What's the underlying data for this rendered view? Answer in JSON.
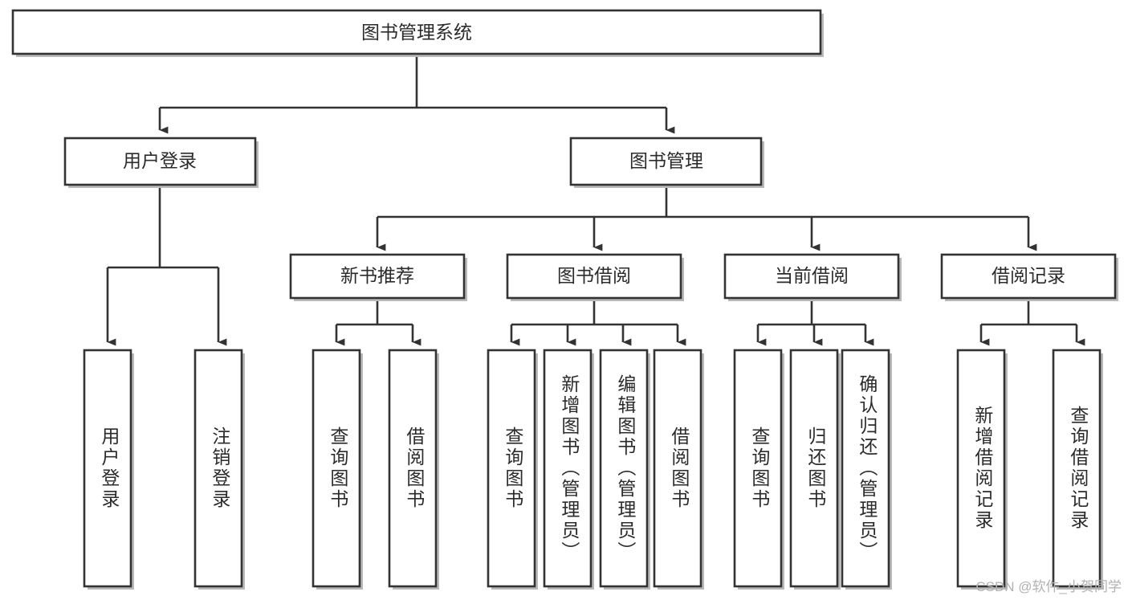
{
  "diagram": {
    "title": "图书管理系统",
    "type": "tree",
    "watermark": "CSDN @软件_小贺同学",
    "colors": {
      "stroke": "#333333",
      "fill": "#ffffff",
      "text": "#2b2b2b",
      "shadow": "#b9b9b9",
      "watermark": "#b2b2b2",
      "background": "#ffffff"
    },
    "nodes": {
      "root": {
        "label": "图书管理系统"
      },
      "level2": [
        {
          "id": "user-login",
          "label": "用户登录"
        },
        {
          "id": "book-manage",
          "label": "图书管理"
        }
      ],
      "level3": [
        {
          "id": "new-book-recommend",
          "label": "新书推荐"
        },
        {
          "id": "book-borrow",
          "label": "图书借阅"
        },
        {
          "id": "current-borrow",
          "label": "当前借阅"
        },
        {
          "id": "borrow-record",
          "label": "借阅记录"
        }
      ],
      "leaves": {
        "user-login": [
          {
            "id": "leaf-user-login",
            "label": "用户登录"
          },
          {
            "id": "leaf-user-logout",
            "label": "注销登录"
          }
        ],
        "new-book-recommend": [
          {
            "id": "leaf-query-book-1",
            "label": "查询图书"
          },
          {
            "id": "leaf-borrow-book-1",
            "label": "借阅图书"
          }
        ],
        "book-borrow": [
          {
            "id": "leaf-query-book-2",
            "label": "查询图书"
          },
          {
            "id": "leaf-add-book",
            "label": "新增图书（管理员）"
          },
          {
            "id": "leaf-edit-book",
            "label": "编辑图书（管理员）"
          },
          {
            "id": "leaf-borrow-book-2",
            "label": "借阅图书"
          }
        ],
        "current-borrow": [
          {
            "id": "leaf-query-book-3",
            "label": "查询图书"
          },
          {
            "id": "leaf-return-book",
            "label": "归还图书"
          },
          {
            "id": "leaf-confirm-return",
            "label": "确认归还（管理员）"
          }
        ],
        "borrow-record": [
          {
            "id": "leaf-add-record",
            "label": "新增借阅记录"
          },
          {
            "id": "leaf-query-record",
            "label": "查询借阅记录"
          }
        ]
      }
    }
  }
}
